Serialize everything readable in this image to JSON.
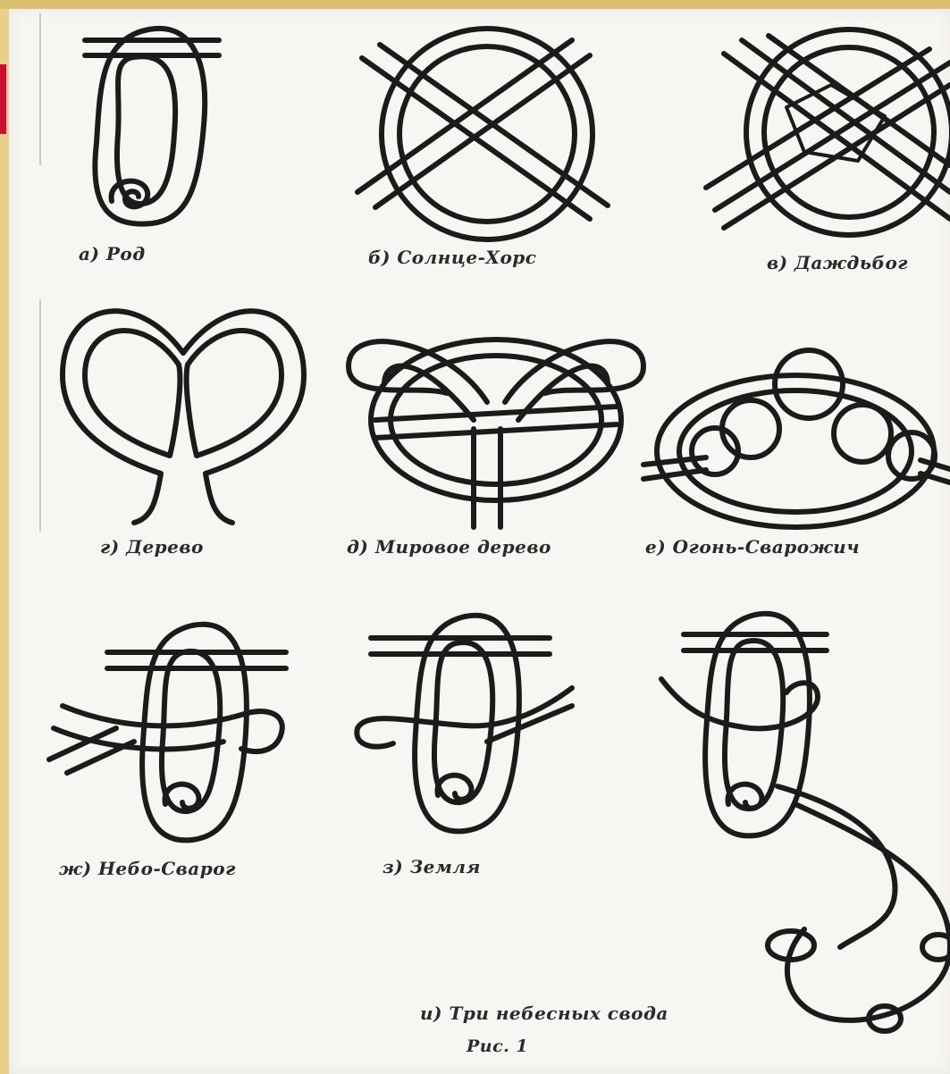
{
  "figure": {
    "caption": "Рис. 1",
    "knots": [
      {
        "id": "a",
        "label": "а) Род"
      },
      {
        "id": "b",
        "label": "б) Солнце-Хорс"
      },
      {
        "id": "v",
        "label": "в) Даждьбог"
      },
      {
        "id": "g",
        "label": "г) Дерево"
      },
      {
        "id": "d",
        "label": "д) Мировое дерево"
      },
      {
        "id": "e",
        "label": "е) Огонь-Сварожич"
      },
      {
        "id": "zh",
        "label": "ж) Небо-Сварог"
      },
      {
        "id": "z",
        "label": "з) Земля"
      },
      {
        "id": "i",
        "label": "и) Три небесных свода"
      }
    ]
  },
  "colors": {
    "frame": "#e8cf8a",
    "paper": "#f7f6f2",
    "ink": "#1b1b1b",
    "red_mark": "#c8102e"
  }
}
